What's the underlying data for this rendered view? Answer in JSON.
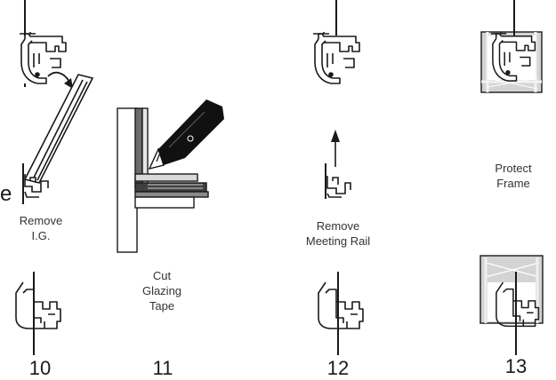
{
  "steps": [
    {
      "number": "10",
      "label": "Remove\nI.G."
    },
    {
      "number": "11",
      "label": "Cut\nGlazing\nTape"
    },
    {
      "number": "12",
      "label": "Remove\nMeeting Rail"
    },
    {
      "number": "13",
      "label": "Protect\nFrame"
    }
  ],
  "fragment": "e",
  "colors": {
    "line": "#1a1a1a",
    "tape": "#6b6b6b",
    "knife": "#111111",
    "cover": "#bfbfbf"
  }
}
